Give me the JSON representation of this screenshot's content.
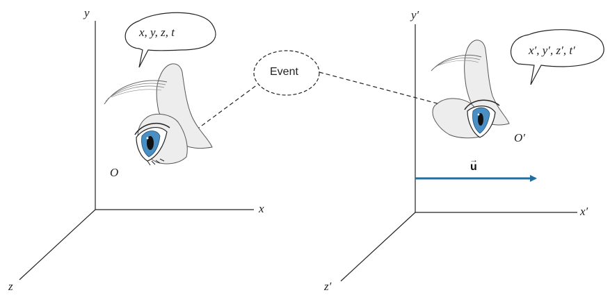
{
  "frames": {
    "left": {
      "axes": {
        "x": "x",
        "y": "y",
        "z": "z"
      },
      "origin": "O",
      "speech": "x, y, z, t"
    },
    "right": {
      "axes": {
        "x": "x′",
        "y": "y′",
        "z": "z′"
      },
      "origin": "O′",
      "speech": "x′, y′, z′, t′"
    }
  },
  "event": {
    "label": "Event"
  },
  "velocity": {
    "label": "u",
    "color": "#1f6fa3"
  },
  "colors": {
    "line": "#222222",
    "iris": "#4a8fc4",
    "skin": "#ededed"
  }
}
